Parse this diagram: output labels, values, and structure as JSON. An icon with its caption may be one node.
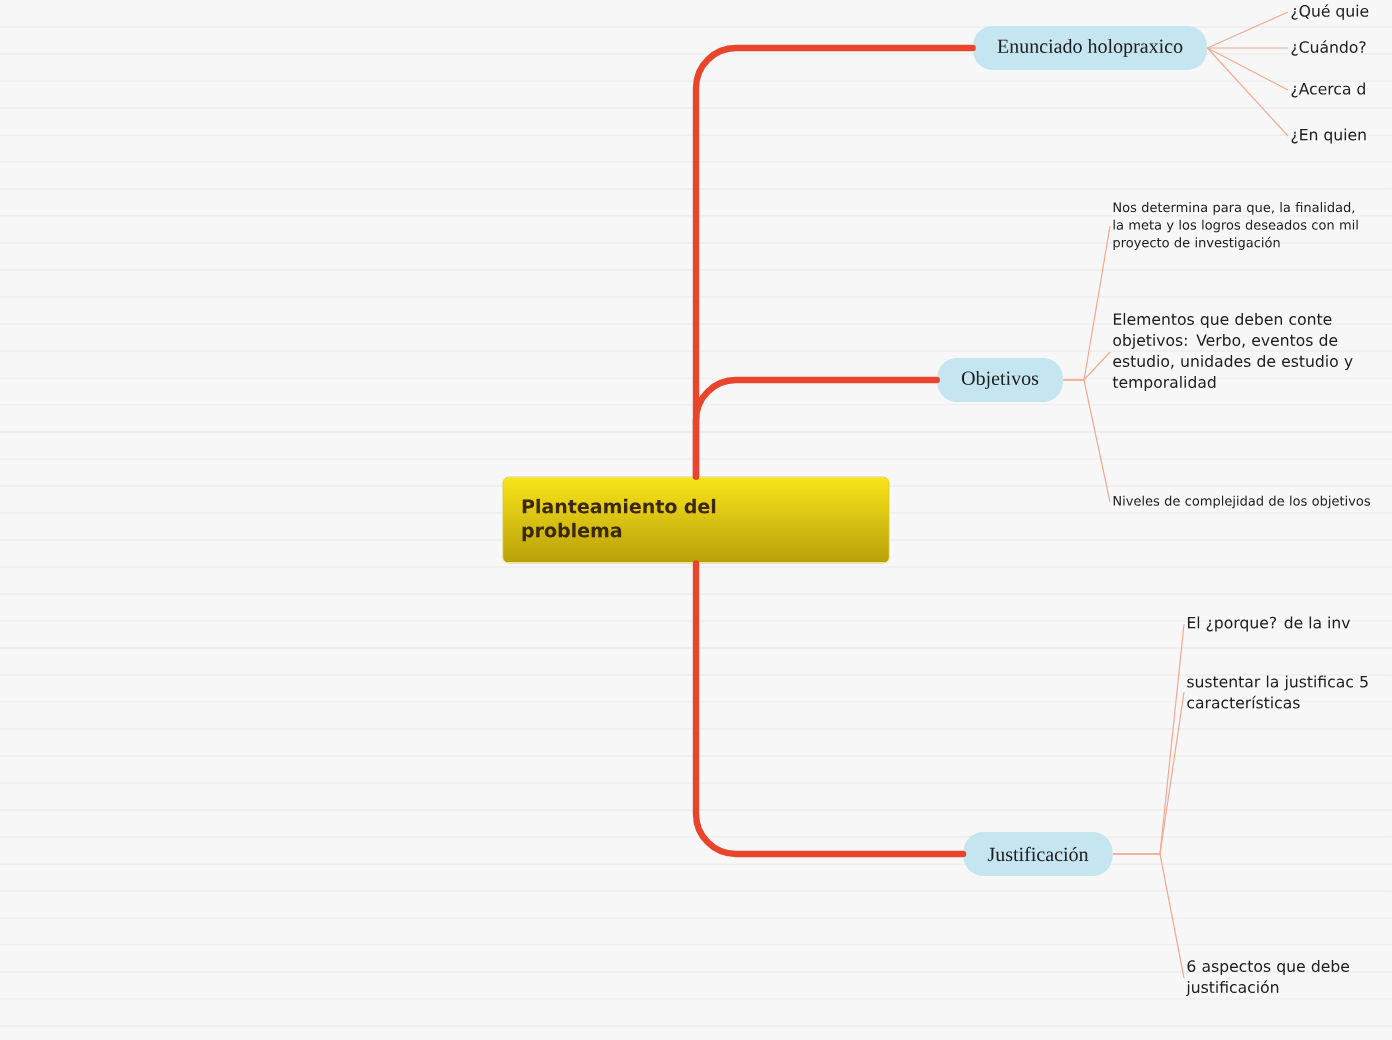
{
  "diagram": {
    "nodes": [
      {
        "text": [
          "Planteamiento del problema"
        ]
      },
      {
        "text": [
          "Enunciado holopraxico"
        ]
      },
      {
        "text": [
          "Objetivos"
        ]
      },
      {
        "text": [
          "Justificación"
        ]
      },
      {
        "text": [
          "¿Qué quie"
        ]
      },
      {
        "text": [
          "¿Cuándo?"
        ]
      },
      {
        "text": [
          "¿Acerca d"
        ]
      },
      {
        "text": [
          "¿En quien"
        ]
      },
      {
        "text": [
          "Nos determina para que, la finalidad, la meta y los logros deseados con mil proyecto de investigación"
        ]
      },
      {
        "text": [
          "Elementos que deben conte objetivos: Verbo, eventos de estudio, unidades de estudio y temporalidad"
        ]
      },
      {
        "text": [
          "Niveles de complejidad de los objetivos"
        ]
      },
      {
        "text": [
          "El ¿porque? de la inv"
        ]
      },
      {
        "text": [
          "sustentar la justificac 5 características"
        ]
      },
      {
        "text": [
          "6 aspectos que debe justificación"
        ]
      }
    ],
    "edges": [
      {
        "from": 0,
        "to": 1,
        "arrow": "none",
        "style": "thick",
        "color": "#e8452c"
      },
      {
        "from": 0,
        "to": 2,
        "arrow": "none",
        "style": "thick",
        "color": "#e8452c"
      },
      {
        "from": 0,
        "to": 3,
        "arrow": "none",
        "style": "thick",
        "color": "#e8452c"
      },
      {
        "from": 1,
        "to": 4,
        "arrow": "none"
      },
      {
        "from": 1,
        "to": 5,
        "arrow": "none"
      },
      {
        "from": 1,
        "to": 6,
        "arrow": "none"
      },
      {
        "from": 1,
        "to": 7,
        "arrow": "none"
      },
      {
        "from": 2,
        "to": 8,
        "arrow": "none"
      },
      {
        "from": 2,
        "to": 9,
        "arrow": "none"
      },
      {
        "from": 2,
        "to": 10,
        "arrow": "none"
      },
      {
        "from": 3,
        "to": 11,
        "arrow": "none"
      },
      {
        "from": 3,
        "to": 12,
        "arrow": "none"
      },
      {
        "from": 3,
        "to": 13,
        "arrow": "none"
      }
    ]
  }
}
